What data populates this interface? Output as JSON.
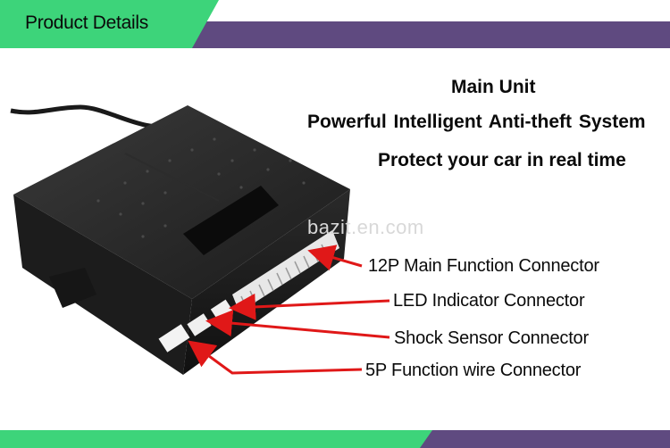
{
  "header": {
    "title": "Product Details"
  },
  "colors": {
    "accent_green": "#3dd47a",
    "accent_purple": "#5f4a80",
    "arrow_red": "#e01818"
  },
  "captions": [
    "Main Unit",
    "Powerful Intelligent  Anti-theft System",
    "Protect your car in real time"
  ],
  "watermark": "bazit.en.com",
  "connectors": [
    "12P Main Function Connector",
    "LED Indicator Connector",
    "Shock Sensor Connector",
    "5P Function wire Connector"
  ]
}
